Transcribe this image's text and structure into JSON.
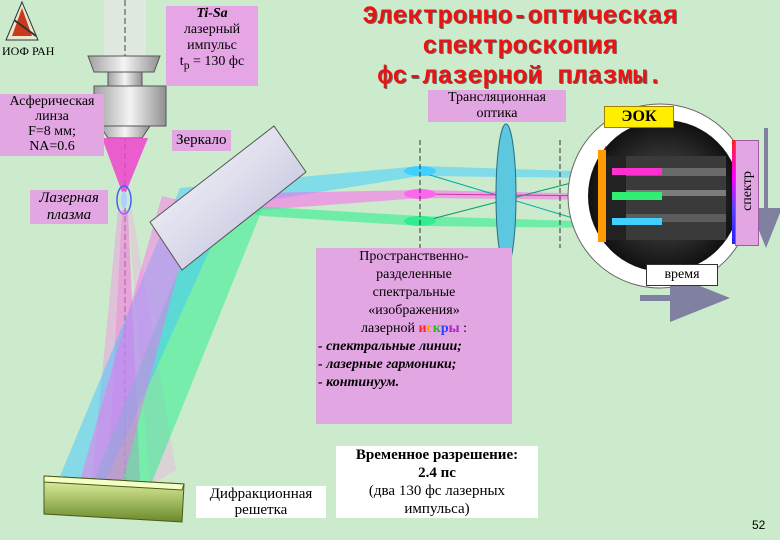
{
  "title_line1": "Электронно-оптическая спектроскопия",
  "title_line2": "фс-лазерной плазмы.",
  "logo": {
    "label": "ИОФ РАН"
  },
  "tisa": {
    "line1": "Ti-Sa",
    "line2": "лазерный",
    "line3": "импульс",
    "line4": "t",
    "line4_sub": "p",
    "line4_tail": " = 130 фс"
  },
  "lens": {
    "line1": "Асферическая",
    "line2": "линза",
    "line3": "F=8 мм;",
    "line4": "NA=0.6"
  },
  "plasma": {
    "line1": "Лазерная",
    "line2": "плазма"
  },
  "mirror": {
    "label": "Зеркало"
  },
  "relay": {
    "line1": "Трансляционная",
    "line2": "оптика"
  },
  "eok": {
    "label": "ЭОК"
  },
  "spectrum": {
    "label": "спектр"
  },
  "time": {
    "label": "время"
  },
  "images": {
    "l1": "Пространственно-",
    "l2": "разделенные",
    "l3": "спектральные",
    "l4": "«изображения»",
    "l5a": "лазерной ",
    "spark": [
      "и",
      "с",
      "к",
      "р",
      "ы"
    ],
    "l5b": " :",
    "b1": "- спектральные линии;",
    "b2": "- лазерные гармоники;",
    "b3": "- континуум."
  },
  "grating": {
    "line1": "Дифракционная",
    "line2": "решетка"
  },
  "resolution": {
    "line1": "Временное разрешение:",
    "line2": "2.4 пс",
    "line3": "(два 130 фс лазерных",
    "line4": "импульса)"
  },
  "page_number": "52",
  "colors": {
    "background": "#ccebcc",
    "title": "#ee1111",
    "label_bg": "#e2a6e2",
    "eok_bg": "#ffee00"
  }
}
